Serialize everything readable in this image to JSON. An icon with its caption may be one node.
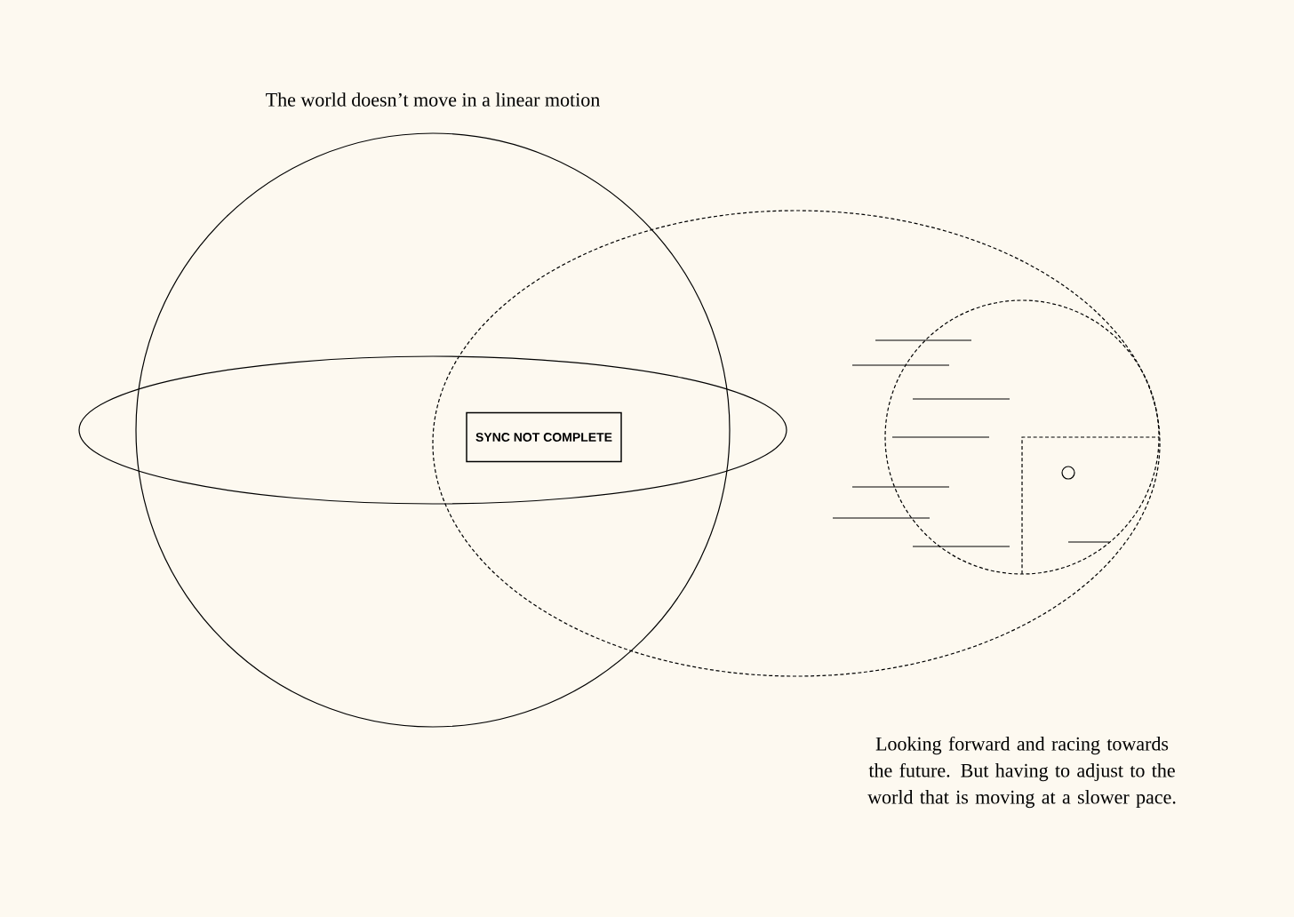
{
  "diagram": {
    "title": "The world doesn’t move in a linear motion",
    "caption": "Looking forward and racing towards the future. But having to adjust to the world that is moving at a slower pace.",
    "nodes": [
      {
        "text": [
          "SYNC NOT COMPLETE"
        ]
      }
    ]
  }
}
